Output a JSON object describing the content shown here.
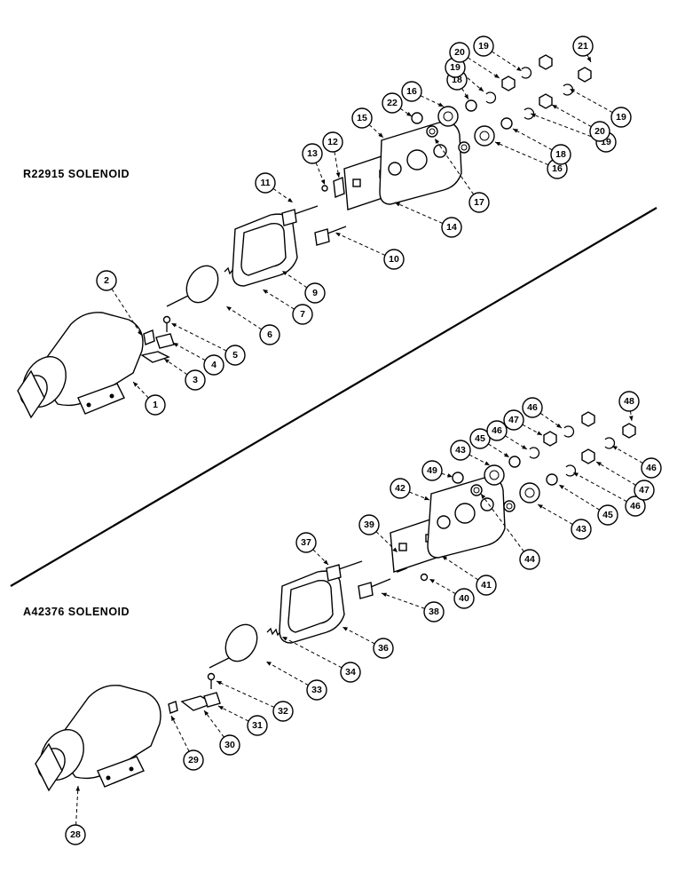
{
  "titles": {
    "upper": "R22915 SOLENOID",
    "lower": "A42376 SOLENOID"
  },
  "callouts": [
    {
      "id": "c1",
      "label": "1"
    },
    {
      "id": "c2",
      "label": "2"
    },
    {
      "id": "c3",
      "label": "3"
    },
    {
      "id": "c4",
      "label": "4"
    },
    {
      "id": "c5",
      "label": "5"
    },
    {
      "id": "c6",
      "label": "6"
    },
    {
      "id": "c7",
      "label": "7"
    },
    {
      "id": "c9",
      "label": "9"
    },
    {
      "id": "c10",
      "label": "10"
    },
    {
      "id": "c11",
      "label": "11"
    },
    {
      "id": "c12",
      "label": "12"
    },
    {
      "id": "c13",
      "label": "13"
    },
    {
      "id": "c14",
      "label": "14"
    },
    {
      "id": "c15",
      "label": "15"
    },
    {
      "id": "c16a",
      "label": "16"
    },
    {
      "id": "c16b",
      "label": "16"
    },
    {
      "id": "c17",
      "label": "17"
    },
    {
      "id": "c18a",
      "label": "18"
    },
    {
      "id": "c18b",
      "label": "18"
    },
    {
      "id": "c19a",
      "label": "19"
    },
    {
      "id": "c19b",
      "label": "19"
    },
    {
      "id": "c19c",
      "label": "19"
    },
    {
      "id": "c19d",
      "label": "19"
    },
    {
      "id": "c20a",
      "label": "20"
    },
    {
      "id": "c20b",
      "label": "20"
    },
    {
      "id": "c21",
      "label": "21"
    },
    {
      "id": "c22",
      "label": "22"
    },
    {
      "id": "c28",
      "label": "28"
    },
    {
      "id": "c29",
      "label": "29"
    },
    {
      "id": "c30",
      "label": "30"
    },
    {
      "id": "c31",
      "label": "31"
    },
    {
      "id": "c32",
      "label": "32"
    },
    {
      "id": "c33",
      "label": "33"
    },
    {
      "id": "c34",
      "label": "34"
    },
    {
      "id": "c36",
      "label": "36"
    },
    {
      "id": "c37",
      "label": "37"
    },
    {
      "id": "c38",
      "label": "38"
    },
    {
      "id": "c39",
      "label": "39"
    },
    {
      "id": "c40",
      "label": "40"
    },
    {
      "id": "c41",
      "label": "41"
    },
    {
      "id": "c42",
      "label": "42"
    },
    {
      "id": "c43a",
      "label": "43"
    },
    {
      "id": "c43b",
      "label": "43"
    },
    {
      "id": "c44",
      "label": "44"
    },
    {
      "id": "c45a",
      "label": "45"
    },
    {
      "id": "c45b",
      "label": "45"
    },
    {
      "id": "c46a",
      "label": "46"
    },
    {
      "id": "c46b",
      "label": "46"
    },
    {
      "id": "c46c",
      "label": "46"
    },
    {
      "id": "c46d",
      "label": "46"
    },
    {
      "id": "c47a",
      "label": "47"
    },
    {
      "id": "c47b",
      "label": "47"
    },
    {
      "id": "c48",
      "label": "48"
    },
    {
      "id": "c49",
      "label": "49"
    }
  ]
}
